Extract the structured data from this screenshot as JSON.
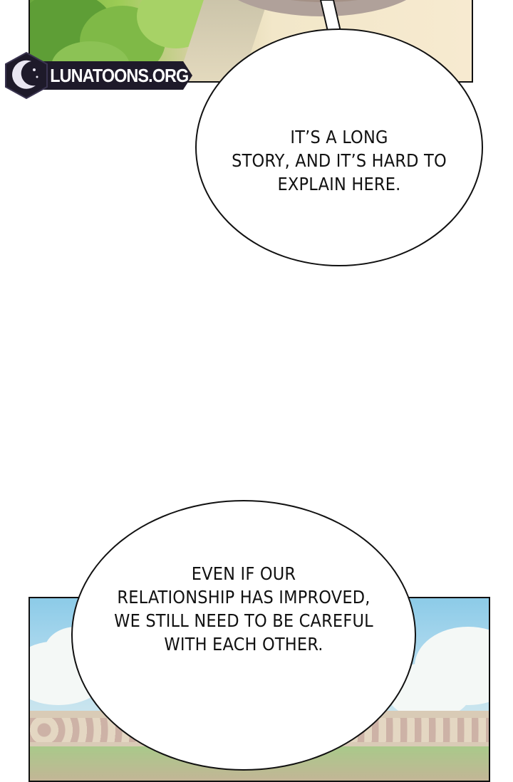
{
  "watermark": {
    "text": "LUNATOONS.ORG",
    "icon": "crescent-moon-logo-icon"
  },
  "bubbles": [
    {
      "text": "IT’S A LONG\nSTORY, AND IT’S HARD TO\nEXPLAIN HERE."
    },
    {
      "text": "EVEN IF OUR\nRELATIONSHIP HAS IMPROVED,\nWE STILL NEED TO BE CAREFUL\nWITH EACH OTHER."
    }
  ],
  "colors": {
    "bubble_border": "#111111",
    "watermark_bg": "#1e1a2a",
    "sky": "#8ccbe8",
    "foliage": "#6aa83e"
  }
}
